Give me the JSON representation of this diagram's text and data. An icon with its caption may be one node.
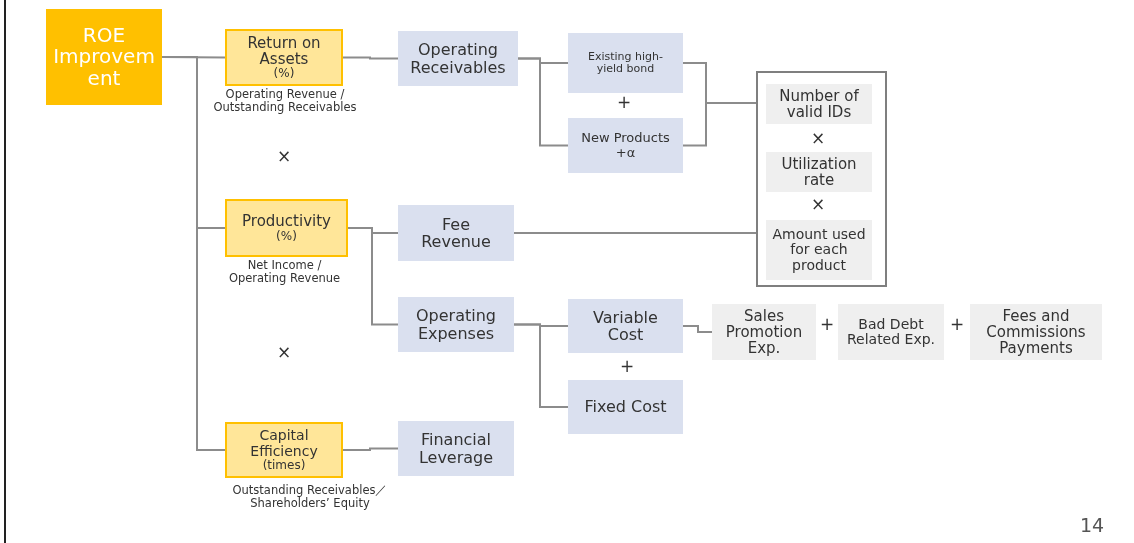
{
  "diagram": {
    "nodes": [
      {
        "text": [
          "ROE Improvement"
        ]
      },
      {
        "text": [
          "Return on Assets",
          "(%)"
        ],
        "beside": [
          "Operating Revenue / Outstanding Receivables"
        ]
      },
      {
        "text": [
          "Productivity",
          "(%)"
        ],
        "beside": [
          "Net Income / Operating Revenue"
        ]
      },
      {
        "text": [
          "Capital Efficiency",
          "(times)"
        ],
        "beside": [
          "Outstanding Receivables／ Shareholders’ Equity"
        ]
      },
      {
        "text": [
          "Operating Receivables"
        ]
      },
      {
        "text": [
          "Fee Revenue"
        ]
      },
      {
        "text": [
          "Operating Expenses"
        ]
      },
      {
        "text": [
          "Financial Leverage"
        ]
      },
      {
        "text": [
          "Existing high-yield bond"
        ]
      },
      {
        "text": [
          "New Products +α"
        ]
      },
      {
        "text": [],
        "shape": "box"
      },
      {
        "text": [
          "Number of valid IDs"
        ],
        "in": 10
      },
      {
        "text": [
          "Utilization rate"
        ],
        "in": 10
      },
      {
        "text": [
          "Amount used for each product"
        ],
        "in": 10
      },
      {
        "text": [
          "Variable Cost"
        ]
      },
      {
        "text": [
          "Fixed Cost"
        ]
      },
      {
        "text": [
          "Sales Promotion Exp."
        ]
      },
      {
        "text": [
          "Bad Debt Related Exp."
        ]
      },
      {
        "text": [
          "Fees and Commissions Payments"
        ]
      }
    ],
    "edges": [
      {
        "from": 0,
        "to": 1,
        "arrow": "none"
      },
      {
        "from": 0,
        "to": 2,
        "arrow": "none"
      },
      {
        "from": 0,
        "to": 3,
        "arrow": "none"
      },
      {
        "from": 1,
        "to": 4,
        "arrow": "none"
      },
      {
        "from": 4,
        "to": 8,
        "arrow": "none"
      },
      {
        "from": 4,
        "to": 9,
        "arrow": "none"
      },
      {
        "from": 8,
        "to": 10,
        "arrow": "none"
      },
      {
        "from": 9,
        "to": 10,
        "arrow": "none"
      },
      {
        "from": 2,
        "to": 5,
        "arrow": "none"
      },
      {
        "from": 2,
        "to": 6,
        "arrow": "none"
      },
      {
        "from": 5,
        "to": 10,
        "arrow": "none"
      },
      {
        "from": 6,
        "to": 14,
        "arrow": "none"
      },
      {
        "from": 6,
        "to": 15,
        "arrow": "none"
      },
      {
        "from": 14,
        "to": 16,
        "arrow": "none"
      },
      {
        "from": 3,
        "to": 7,
        "arrow": "none"
      }
    ],
    "labels": [
      "+",
      "×",
      "×",
      "×",
      "×",
      "+",
      "+",
      "+",
      "14"
    ]
  }
}
